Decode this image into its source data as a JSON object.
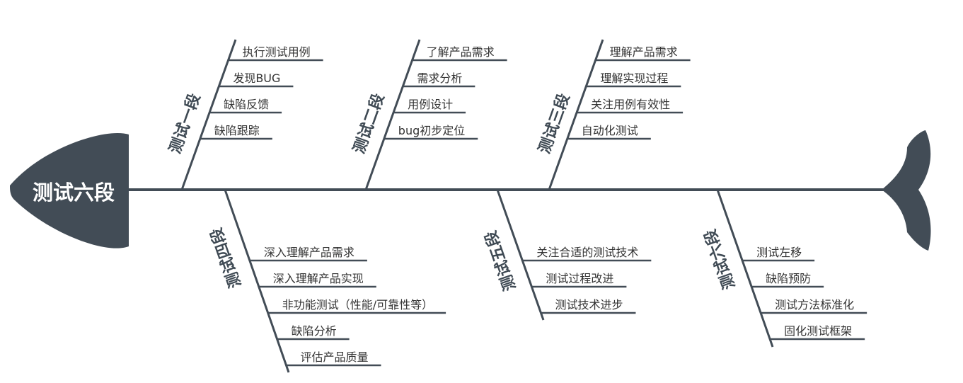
{
  "colors": {
    "bone": "#424c56",
    "text": "#333333"
  },
  "fishbone": {
    "head": {
      "label": "测试六段"
    },
    "top": [
      {
        "label": "测试一段",
        "items": [
          "执行测试用例",
          "发现BUG",
          "缺陷反馈",
          "缺陷跟踪"
        ]
      },
      {
        "label": "测试二段",
        "items": [
          "了解产品需求",
          "需求分析",
          "用例设计",
          "bug初步定位"
        ]
      },
      {
        "label": "测试三段",
        "items": [
          "理解产品需求",
          "理解实现过程",
          "关注用例有效性",
          "自动化测试"
        ]
      }
    ],
    "bottom": [
      {
        "label": "测试四段",
        "items": [
          "深入理解产品需求",
          "深入理解产品实现",
          "非功能测试（性能/可靠性等）",
          "缺陷分析",
          "评估产品质量"
        ]
      },
      {
        "label": "测试五段",
        "items": [
          "关注合适的测试技术",
          "测试过程改进",
          "测试技术进步"
        ]
      },
      {
        "label": "测试六段",
        "items": [
          "测试左移",
          "缺陷预防",
          "测试方法标准化",
          "固化测试框架"
        ]
      }
    ]
  }
}
